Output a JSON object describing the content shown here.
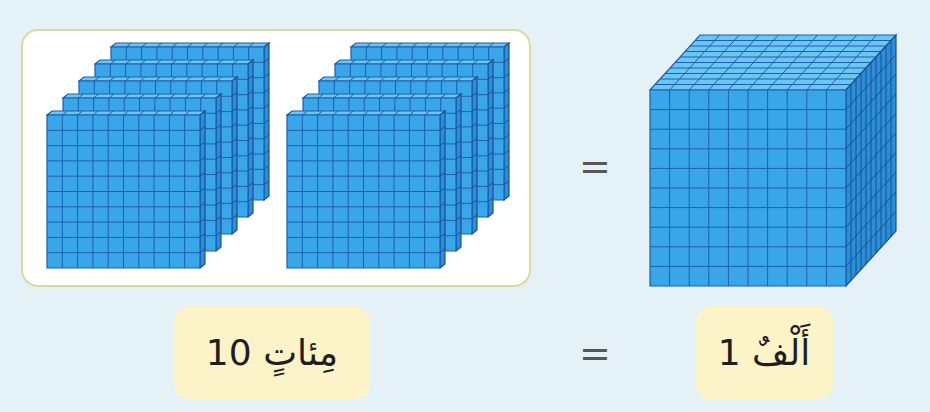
{
  "diagram": {
    "nodes": [
      {
        "text": [
          "1 أَلْفٌ"
        ]
      },
      {
        "text": [
          "10 مِئاتٍ"
        ]
      }
    ],
    "labels": [
      "=",
      "="
    ]
  }
}
